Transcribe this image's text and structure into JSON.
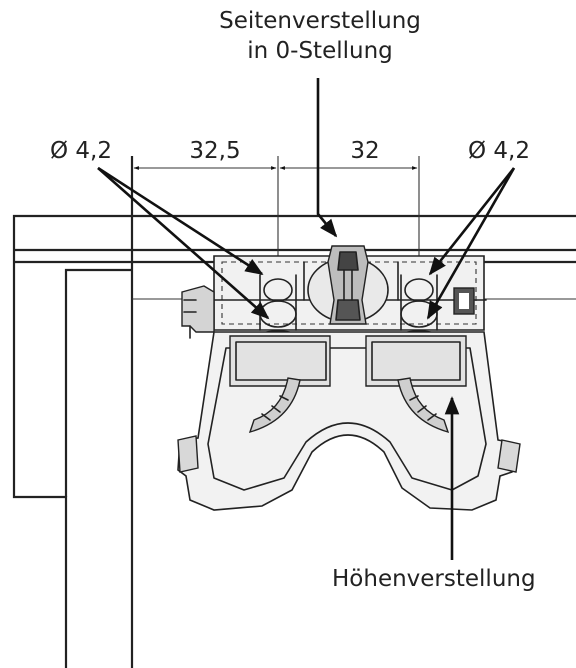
{
  "labels": {
    "seitenverstellung_line1": "Seitenverstellung",
    "seitenverstellung_line2": "in 0-Stellung",
    "diameter_left": "Ø 4,2",
    "diameter_right": "Ø 4,2",
    "dimension_left": "32,5",
    "dimension_right": "32",
    "hoehenverstellung": "Höhenverstellung"
  },
  "colors": {
    "line": "#222222",
    "part_fill": "#e9e9e9",
    "part_shade": "#d4d4d4",
    "background": "#ffffff"
  }
}
